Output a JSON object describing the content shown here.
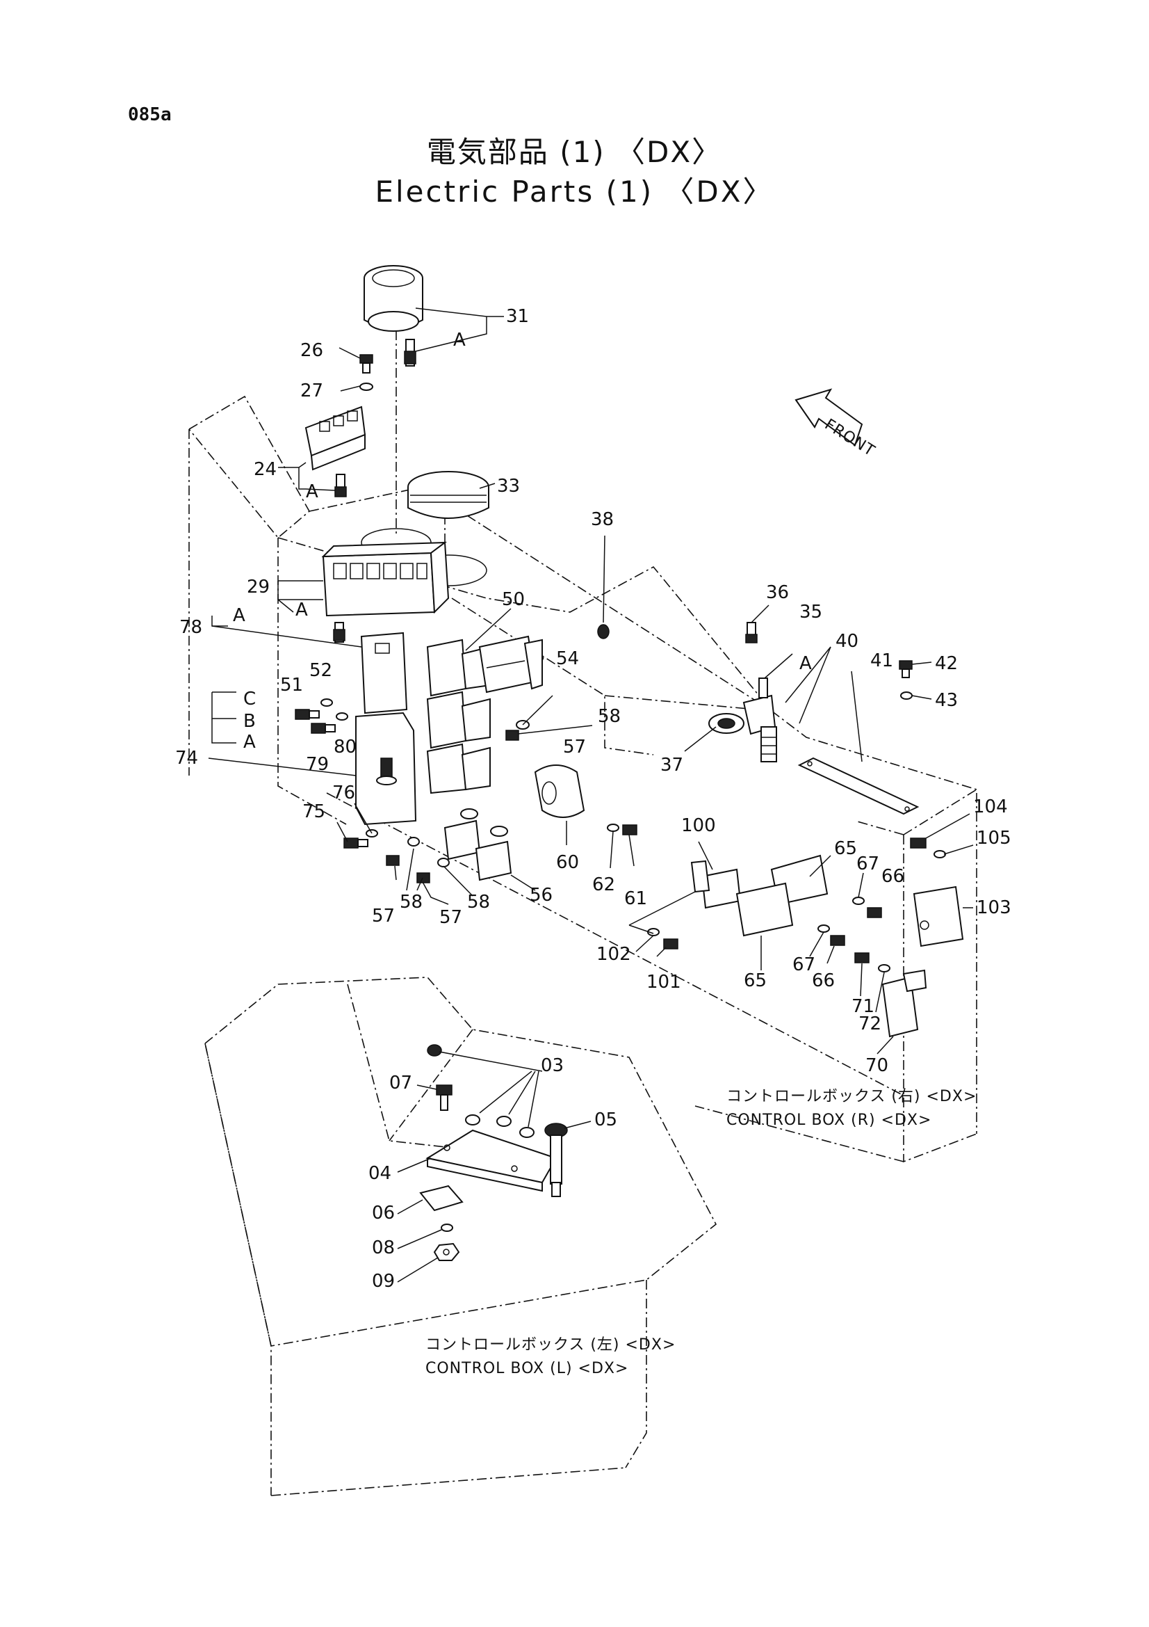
{
  "page_code": "085a",
  "title_jp": "電気部品 (1) 〈DX〉",
  "title_en": "Electric Parts (1) 〈DX〉",
  "front_label": "FRONT",
  "captions": {
    "box_r_jp": "コントロールボックス (右) <DX>",
    "box_r_en": "CONTROL BOX (R) <DX>",
    "box_l_jp": "コントロールボックス (左) <DX>",
    "box_l_en": "CONTROL BOX (L) <DX>"
  },
  "callouts": [
    {
      "id": "c31",
      "text": "31"
    },
    {
      "id": "cA1",
      "text": "A"
    },
    {
      "id": "c26",
      "text": "26"
    },
    {
      "id": "c27",
      "text": "27"
    },
    {
      "id": "c24",
      "text": "24"
    },
    {
      "id": "cA2",
      "text": "A"
    },
    {
      "id": "c33",
      "text": "33"
    },
    {
      "id": "c29",
      "text": "29"
    },
    {
      "id": "cA3",
      "text": "A"
    },
    {
      "id": "c78",
      "text": "78"
    },
    {
      "id": "cA4",
      "text": "A"
    },
    {
      "id": "c50",
      "text": "50"
    },
    {
      "id": "c54",
      "text": "54"
    },
    {
      "id": "c52",
      "text": "52"
    },
    {
      "id": "c51",
      "text": "51"
    },
    {
      "id": "cC",
      "text": "C"
    },
    {
      "id": "cB",
      "text": "B"
    },
    {
      "id": "cA5",
      "text": "A"
    },
    {
      "id": "c80",
      "text": "80"
    },
    {
      "id": "c79",
      "text": "79"
    },
    {
      "id": "c74",
      "text": "74"
    },
    {
      "id": "c58a",
      "text": "58"
    },
    {
      "id": "c57a",
      "text": "57"
    },
    {
      "id": "c38",
      "text": "38"
    },
    {
      "id": "c36",
      "text": "36"
    },
    {
      "id": "c35",
      "text": "35"
    },
    {
      "id": "c40",
      "text": "40"
    },
    {
      "id": "cA6",
      "text": "A"
    },
    {
      "id": "c41",
      "text": "41"
    },
    {
      "id": "c42",
      "text": "42"
    },
    {
      "id": "c43",
      "text": "43"
    },
    {
      "id": "c37",
      "text": "37"
    },
    {
      "id": "c75",
      "text": "75"
    },
    {
      "id": "c76",
      "text": "76"
    },
    {
      "id": "c60",
      "text": "60"
    },
    {
      "id": "c62",
      "text": "62"
    },
    {
      "id": "c61",
      "text": "61"
    },
    {
      "id": "c100",
      "text": "100"
    },
    {
      "id": "c65a",
      "text": "65"
    },
    {
      "id": "c67a",
      "text": "67"
    },
    {
      "id": "c66a",
      "text": "66"
    },
    {
      "id": "c104",
      "text": "104"
    },
    {
      "id": "c105",
      "text": "105"
    },
    {
      "id": "c103",
      "text": "103"
    },
    {
      "id": "c57b",
      "text": "57"
    },
    {
      "id": "c58b",
      "text": "58"
    },
    {
      "id": "c58c",
      "text": "58"
    },
    {
      "id": "c57c",
      "text": "57"
    },
    {
      "id": "c56",
      "text": "56"
    },
    {
      "id": "c102",
      "text": "102"
    },
    {
      "id": "c101",
      "text": "101"
    },
    {
      "id": "c65b",
      "text": "65"
    },
    {
      "id": "c67b",
      "text": "67"
    },
    {
      "id": "c66b",
      "text": "66"
    },
    {
      "id": "c71",
      "text": "71"
    },
    {
      "id": "c72",
      "text": "72"
    },
    {
      "id": "c70",
      "text": "70"
    },
    {
      "id": "c03",
      "text": "03"
    },
    {
      "id": "c07",
      "text": "07"
    },
    {
      "id": "c05",
      "text": "05"
    },
    {
      "id": "c04",
      "text": "04"
    },
    {
      "id": "c06",
      "text": "06"
    },
    {
      "id": "c08",
      "text": "08"
    },
    {
      "id": "c09",
      "text": "09"
    }
  ]
}
